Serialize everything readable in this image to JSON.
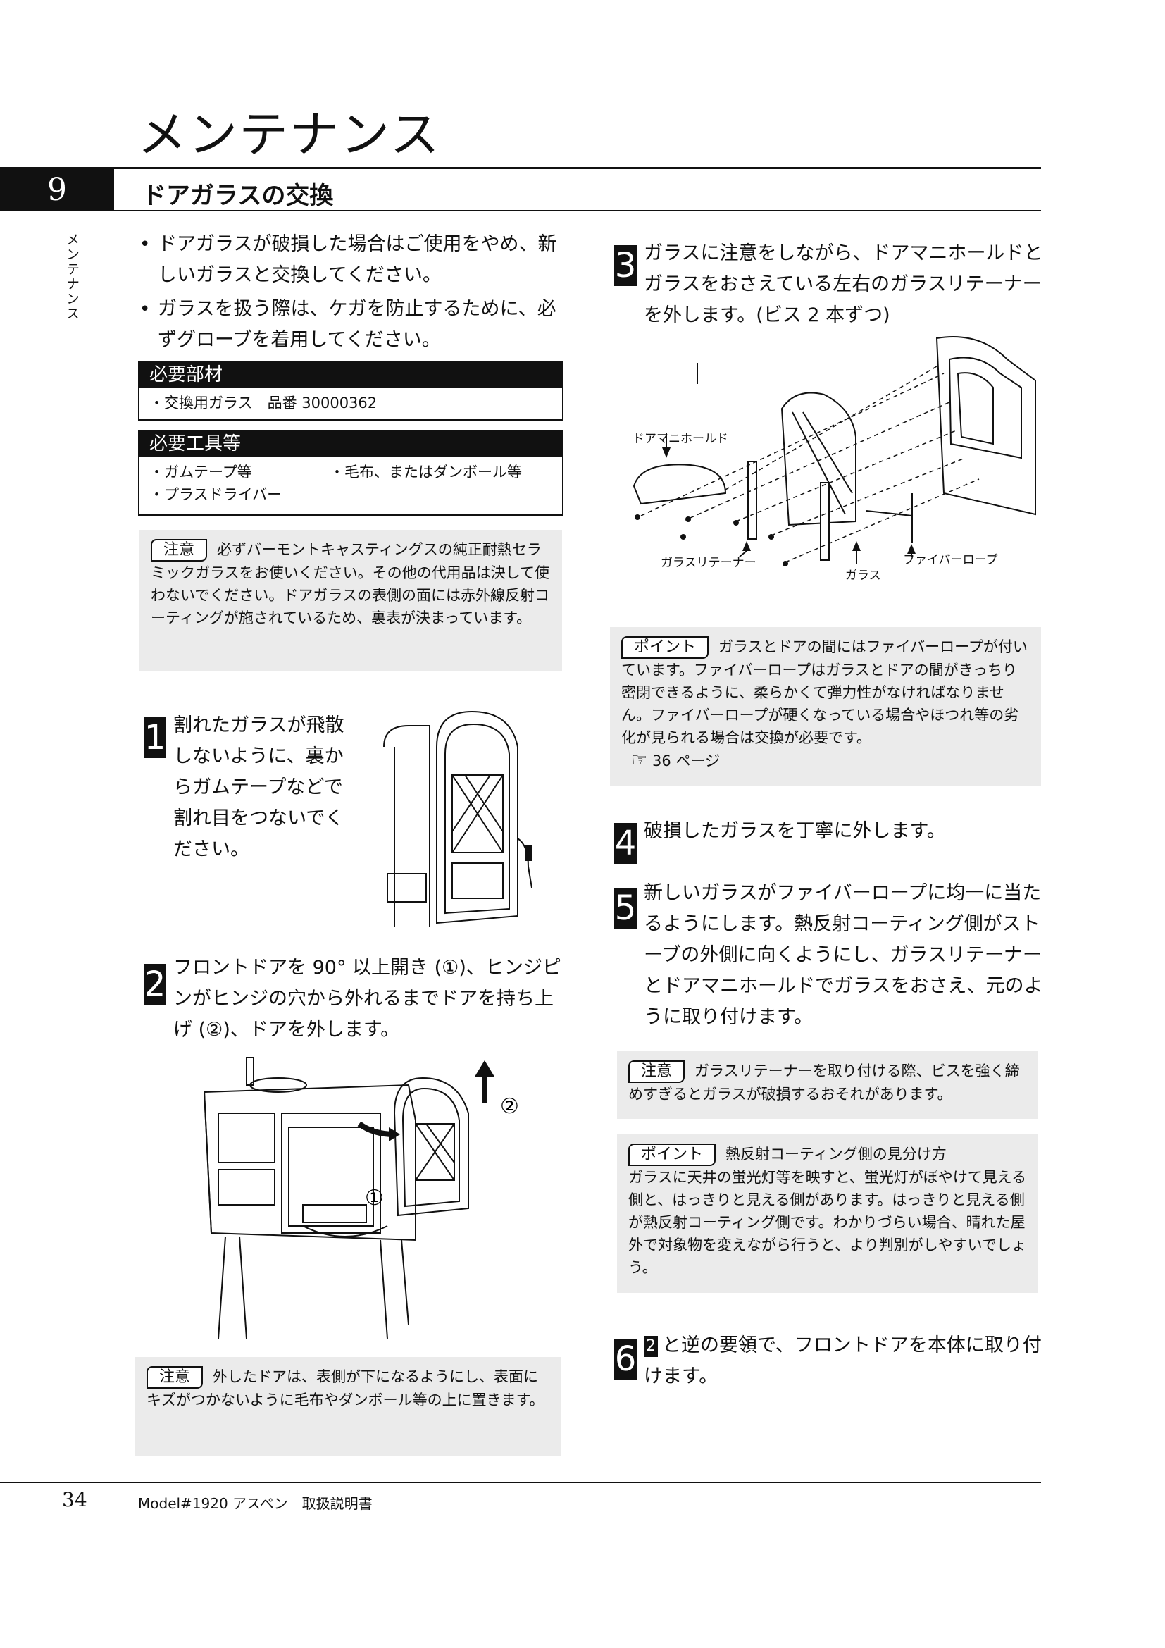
{
  "page": {
    "title": "メンテナンス",
    "section_number": "9",
    "section_title": "ドアガラスの交換",
    "sidebar": "メンテナンス",
    "page_number": "34",
    "footer": "Model#1920 アスペン　取扱説明書"
  },
  "bullets": [
    "ドアガラスが破損した場合はご使用をやめ、新しいガラスと交換してください。",
    "ガラスを扱う際は、ケガを防止するために、必ずグローブを着用してください。"
  ],
  "parts": {
    "header": "必要部材",
    "items": [
      "・交換用ガラス　品番 30000362"
    ]
  },
  "tools": {
    "header": "必要工具等",
    "item1": "・ガムテープ等",
    "item2": "・毛布、またはダンボール等",
    "item3": "・プラスドライバー"
  },
  "notes": {
    "note1": {
      "tag": "注意",
      "text": "必ずバーモントキャスティングスの純正耐熱セラミックガラスをお使いください。その他の代用品は決して使わないでください。ドアガラスの表側の面には赤外線反射コーティングが施されているため、裏表が決まっています。"
    },
    "note2": {
      "tag": "注意",
      "text": "外したドアは、表側が下になるようにし、表面にキズがつかないように毛布やダンボール等の上に置きます。"
    },
    "point1": {
      "tag": "ポイント",
      "text": "ガラスとドアの間にはファイバーロープが付いています。ファイバーロープはガラスとドアの間がきっちり密閉できるように、柔らかくて弾力性がなければなりません。ファイバーロープが硬くなっている場合やほつれ等の劣化が見られる場合は交換が必要です。",
      "ref": "36 ページ"
    },
    "note3": {
      "tag": "注意",
      "text": "ガラスリテーナーを取り付ける際、ビスを強く締めすぎるとガラスが破損するおそれがあります。"
    },
    "point2": {
      "tag": "ポイント",
      "heading": "熱反射コーティング側の見分け方",
      "text": "ガラスに天井の蛍光灯等を映すと、蛍光灯がぼやけて見える側と、はっきりと見える側があります。はっきりと見える側が熱反射コーティング側です。わかりづらい場合、晴れた屋外で対象物を変えながら行うと、より判別がしやすいでしょう。"
    }
  },
  "steps": [
    {
      "num": "1",
      "text": "割れたガラスが飛散しないように、裏からガムテープなどで割れ目をつないでください。"
    },
    {
      "num": "2",
      "text": "フロントドアを 90° 以上開き (①)、ヒンジピンがヒンジの穴から外れるまでドアを持ち上げ (②)、ドアを外します。"
    },
    {
      "num": "3",
      "text": "ガラスに注意をしながら、ドアマニホールドとガラスをおさえている左右のガラスリテーナーを外します。(ビス 2 本ずつ)"
    },
    {
      "num": "4",
      "text": "破損したガラスを丁寧に外します。"
    },
    {
      "num": "5",
      "text": "新しいガラスがファイバーロープに均一に当たるようにします。熱反射コーティング側がストーブの外側に向くようにし、ガラスリテーナーとドアマニホールドでガラスをおさえ、元のように取り付けます。"
    },
    {
      "num": "6",
      "ref_num": "2",
      "text": "と逆の要領で、フロントドアを本体に取り付けます。"
    }
  ],
  "diagram_labels": {
    "manifold": "ドアマニホールド",
    "retainer": "ガラスリテーナー",
    "glass": "ガラス",
    "fiber_rope": "ファイバーロープ",
    "mark1": "①",
    "mark2": "②"
  }
}
